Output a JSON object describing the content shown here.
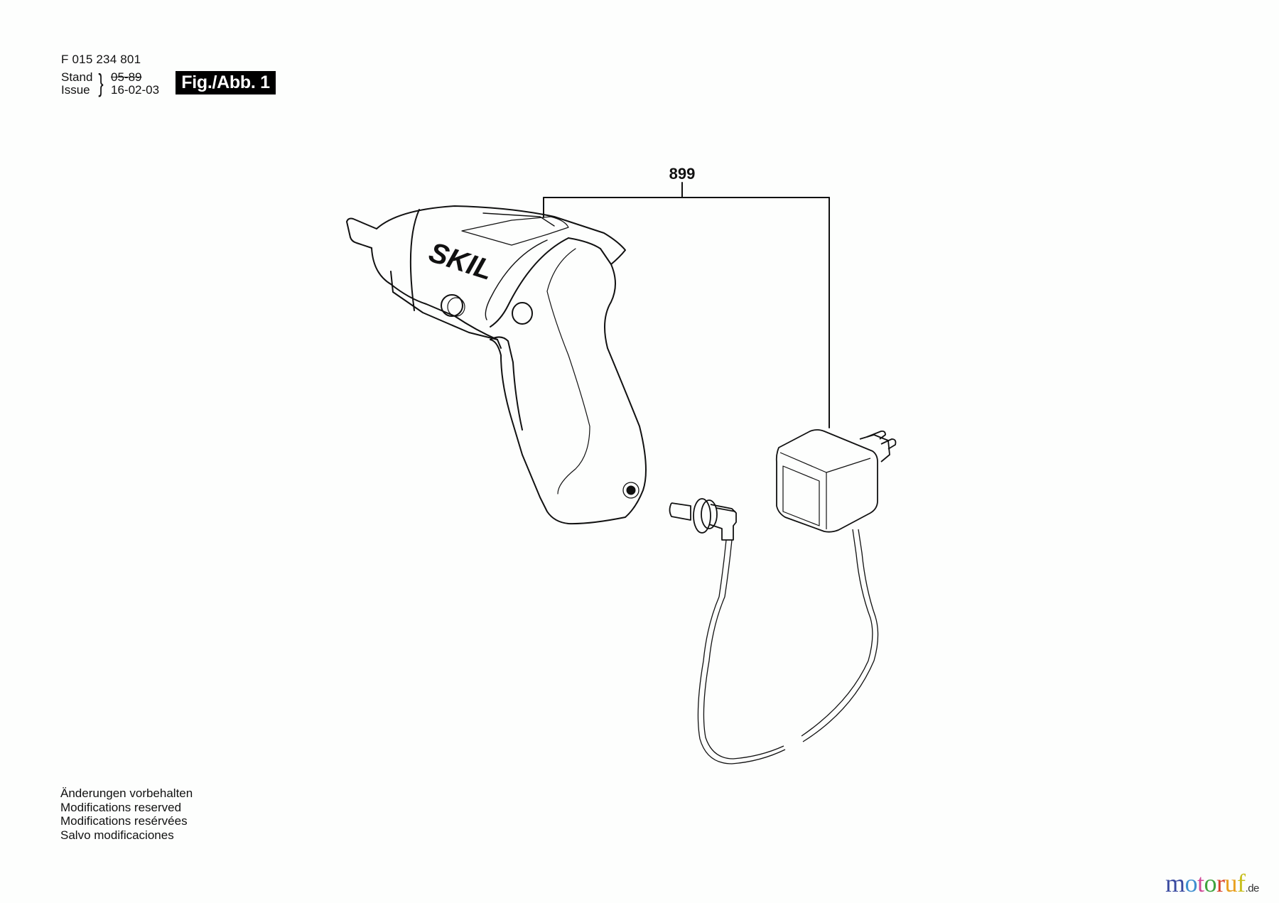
{
  "header": {
    "part_number": "F 015 234 801",
    "stand_label": "Stand",
    "issue_label": "Issue",
    "stand_date_old": "05-89",
    "issue_date": "16-02-03",
    "figure_label": "Fig./Abb. 1"
  },
  "diagram": {
    "brand_logo_text": "SKIL",
    "reference_number": "899",
    "components": [
      {
        "name": "cordless screwdriver",
        "brand": "SKIL"
      },
      {
        "name": "charger plug with cable",
        "ref": "899"
      },
      {
        "name": "plug-in power adapter",
        "ref": "899"
      }
    ]
  },
  "footer": {
    "notes": [
      "Änderungen vorbehalten",
      "Modifications reserved",
      "Modifications resérvées",
      "Salvo modificaciones"
    ]
  },
  "watermark": {
    "letters": [
      "m",
      "o",
      "t",
      "o",
      "r",
      "u",
      "f"
    ],
    "colors": [
      "#3a4aa0",
      "#3f8fd0",
      "#d04a9a",
      "#3fa33f",
      "#d8402a",
      "#e8a020",
      "#c8c020"
    ],
    "suffix": ".de"
  }
}
